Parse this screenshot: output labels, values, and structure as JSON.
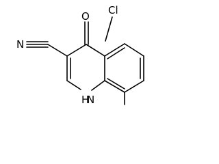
{
  "molecule": {
    "atoms": {
      "chlorine": "Cl",
      "oxygen": "O",
      "nitrogen": "N",
      "ring_nh": "H",
      "ring_n": "N"
    },
    "colors": {
      "bond": "#000000",
      "label": "#000000",
      "background": "#ffffff"
    }
  }
}
